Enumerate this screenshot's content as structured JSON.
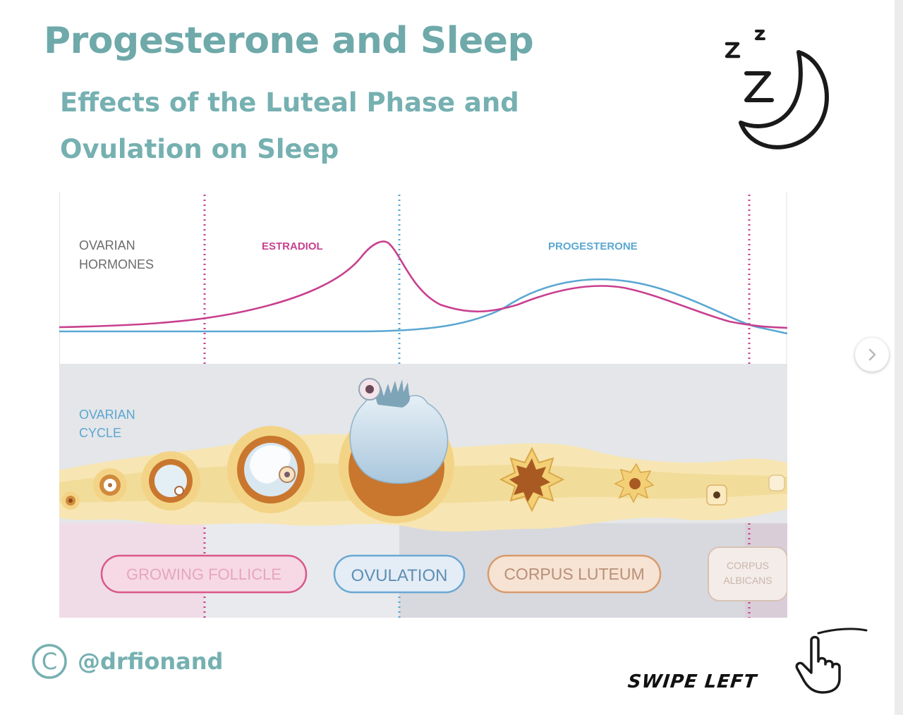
{
  "header": {
    "title": "Progesterone and Sleep",
    "subtitle_line1": "Effects of the Luteal Phase and",
    "subtitle_line2": "Ovulation on Sleep"
  },
  "figure": {
    "hormones_label_line1": "OVARIAN",
    "hormones_label_line2": "HORMONES",
    "estradiol_label": "ESTRADIOL",
    "progesterone_label": "PROGESTERONE",
    "cycle_label_line1": "OVARIAN",
    "cycle_label_line2": "CYCLE",
    "phases": {
      "growing_follicle": "GROWING FOLLICLE",
      "ovulation": "OVULATION",
      "corpus_luteum": "CORPUS LUTEUM",
      "corpus_albicans_line1": "CORPUS",
      "corpus_albicans_line2": "ALBICANS"
    }
  },
  "footer": {
    "copyright_symbol": "©",
    "handle": "@drfionand",
    "swipe_label": "SWIPE LEFT"
  },
  "icons": {
    "sleep": "sleep-moon-icon",
    "next": "chevron-right-icon",
    "hand": "pointing-hand-icon"
  },
  "colors": {
    "title": "#6fa9aa",
    "estradiol": "#c8408f",
    "progesterone": "#5aa7d1",
    "follicle": "#c9772e",
    "phase_growing": "#d9588a",
    "phase_ovulation": "#6aa8d4",
    "phase_luteum": "#d79b6d"
  }
}
